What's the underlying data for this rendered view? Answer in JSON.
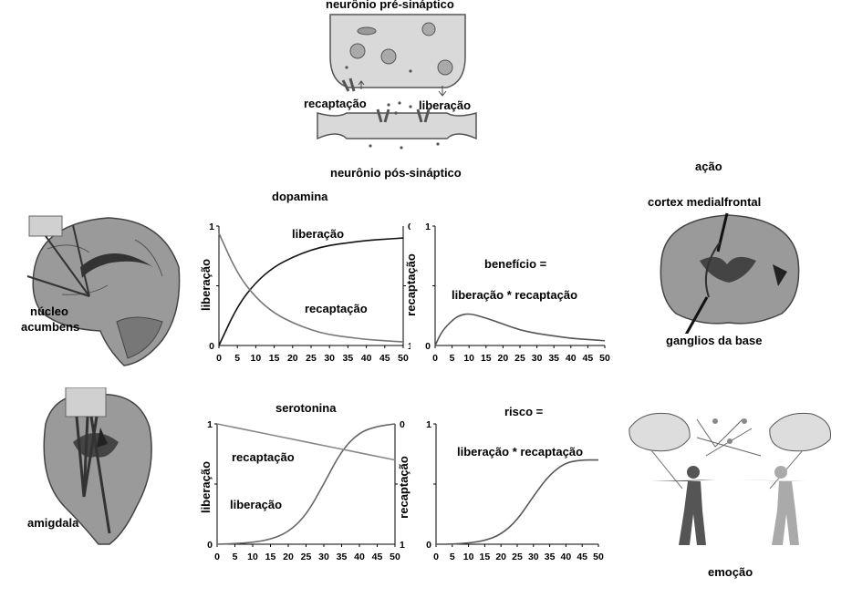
{
  "synapse": {
    "pre_label": "neurônio pré-sináptico",
    "post_label": "neurônio pós-sináptico",
    "reuptake_label": "recaptação",
    "release_label": "liberação"
  },
  "dopamine": {
    "title": "dopamina",
    "left_chart": {
      "ylabel_left": "liberação",
      "ylabel_right": "recaptação",
      "series_release_label": "liberação",
      "series_reuptake_label": "recaptação"
    },
    "right_chart": {
      "text_line1": "benefício =",
      "text_line2": "liberação * recaptação"
    }
  },
  "serotonin": {
    "title": "serotonina",
    "left_chart": {
      "ylabel_left": "liberação",
      "ylabel_right": "recaptação",
      "series_release_label": "liberação",
      "series_reuptake_label": "recaptação"
    },
    "right_chart": {
      "text_line1": "risco =",
      "text_line2": "liberação * recaptação"
    }
  },
  "brain_labels": {
    "nucleus_line1": "núcleo",
    "nucleus_line2": "acumbens",
    "amygdala": "amigdala",
    "action": "ação",
    "cortex": "cortex medialfrontal",
    "ganglia": "ganglios da base",
    "emotion": "emoção"
  },
  "chart_data": [
    {
      "type": "line",
      "x": [
        0,
        5,
        10,
        15,
        20,
        25,
        30,
        35,
        40,
        45,
        50
      ],
      "xlim": [
        0,
        50
      ],
      "ylim": [
        0,
        1
      ],
      "y2lim": [
        1,
        0
      ],
      "left_ticks": [
        "0",
        "1"
      ],
      "right_ticks": [
        "0",
        "1"
      ],
      "series": [
        {
          "name": "liberação",
          "axis": "left",
          "color": "#111111",
          "values": [
            0.0,
            0.33,
            0.53,
            0.66,
            0.74,
            0.8,
            0.84,
            0.86,
            0.88,
            0.89,
            0.9
          ]
        },
        {
          "name": "recaptação",
          "axis": "right",
          "color": "#777777",
          "values": [
            0.06,
            0.4,
            0.6,
            0.73,
            0.81,
            0.87,
            0.91,
            0.93,
            0.95,
            0.96,
            0.97
          ]
        }
      ]
    },
    {
      "type": "line",
      "x": [
        0,
        2,
        5,
        7,
        10,
        15,
        20,
        25,
        30,
        35,
        40,
        45,
        50
      ],
      "xlim": [
        0,
        50
      ],
      "ylim": [
        0,
        1
      ],
      "left_ticks": [
        "0",
        "1"
      ],
      "series": [
        {
          "name": "",
          "color": "#555555",
          "values": [
            0.0,
            0.12,
            0.21,
            0.25,
            0.27,
            0.23,
            0.18,
            0.13,
            0.1,
            0.08,
            0.06,
            0.05,
            0.04
          ]
        }
      ]
    },
    {
      "type": "line",
      "x": [
        0,
        5,
        10,
        15,
        20,
        25,
        30,
        35,
        40,
        45,
        50
      ],
      "xlim": [
        0,
        50
      ],
      "ylim": [
        0,
        1
      ],
      "y2lim": [
        1,
        0
      ],
      "left_ticks": [
        "0",
        "1"
      ],
      "right_ticks": [
        "0",
        "1"
      ],
      "series": [
        {
          "name": "liberação",
          "axis": "left",
          "color": "#666666",
          "values": [
            0.0,
            0.005,
            0.015,
            0.04,
            0.1,
            0.24,
            0.5,
            0.78,
            0.93,
            0.98,
            1.0
          ]
        },
        {
          "name": "recaptação",
          "axis": "right",
          "color": "#888888",
          "values": [
            0.0,
            0.03,
            0.06,
            0.09,
            0.12,
            0.15,
            0.18,
            0.21,
            0.24,
            0.27,
            0.3
          ]
        }
      ]
    },
    {
      "type": "line",
      "x": [
        0,
        5,
        10,
        15,
        20,
        25,
        30,
        35,
        40,
        45,
        50
      ],
      "xlim": [
        0,
        50
      ],
      "ylim": [
        0,
        1
      ],
      "left_ticks": [
        "0",
        "1"
      ],
      "series": [
        {
          "name": "",
          "color": "#555555",
          "values": [
            0.0,
            0.0,
            0.01,
            0.03,
            0.08,
            0.2,
            0.4,
            0.58,
            0.68,
            0.7,
            0.7
          ]
        }
      ]
    }
  ]
}
